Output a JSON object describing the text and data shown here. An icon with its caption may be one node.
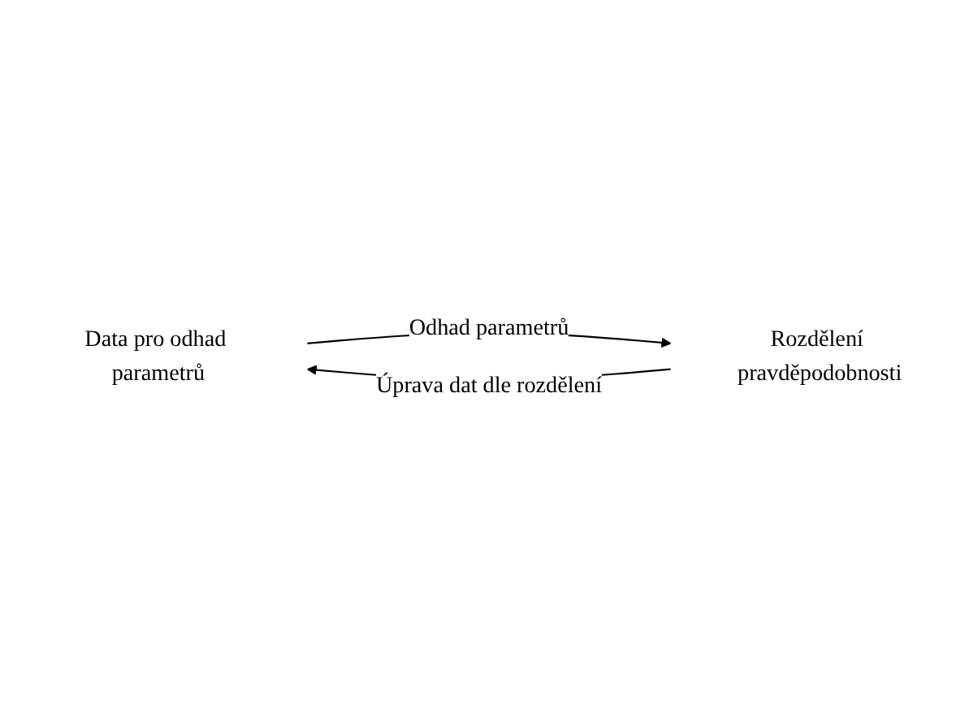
{
  "diagram": {
    "nodes": [
      {
        "text": [
          "Data pro odhad parametrů"
        ]
      },
      {
        "text": [
          "Rozdělení pravděpodobnosti"
        ]
      }
    ],
    "edges": [
      {
        "from": 0,
        "to": 1,
        "arrow": "to",
        "label": "Odhad parametrů"
      },
      {
        "from": 1,
        "to": 0,
        "arrow": "to",
        "label": "Úprava dat dle rozdělení"
      }
    ]
  }
}
